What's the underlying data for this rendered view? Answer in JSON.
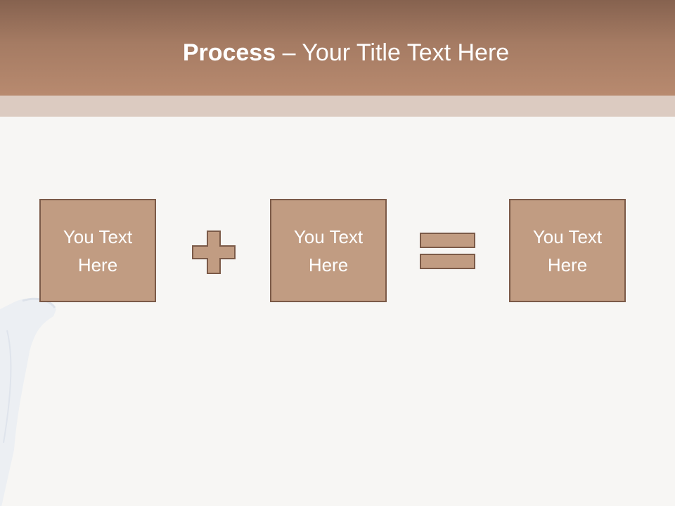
{
  "slide": {
    "title_bold": "Process",
    "title_dash": "–",
    "title_rest": "Your Title Text Here"
  },
  "process": {
    "boxes": [
      {
        "label": "You Text\nHere"
      },
      {
        "label": "You Text\nHere"
      },
      {
        "label": "You Text\nHere"
      }
    ],
    "operators": [
      {
        "icon": "plus-icon"
      },
      {
        "icon": "equals-icon"
      }
    ]
  },
  "colors": {
    "header": "#a57b63",
    "stripe": "#dccbc1",
    "box_fill": "#c19c82",
    "box_border": "#7b5a48",
    "background": "#f7f6f4"
  }
}
